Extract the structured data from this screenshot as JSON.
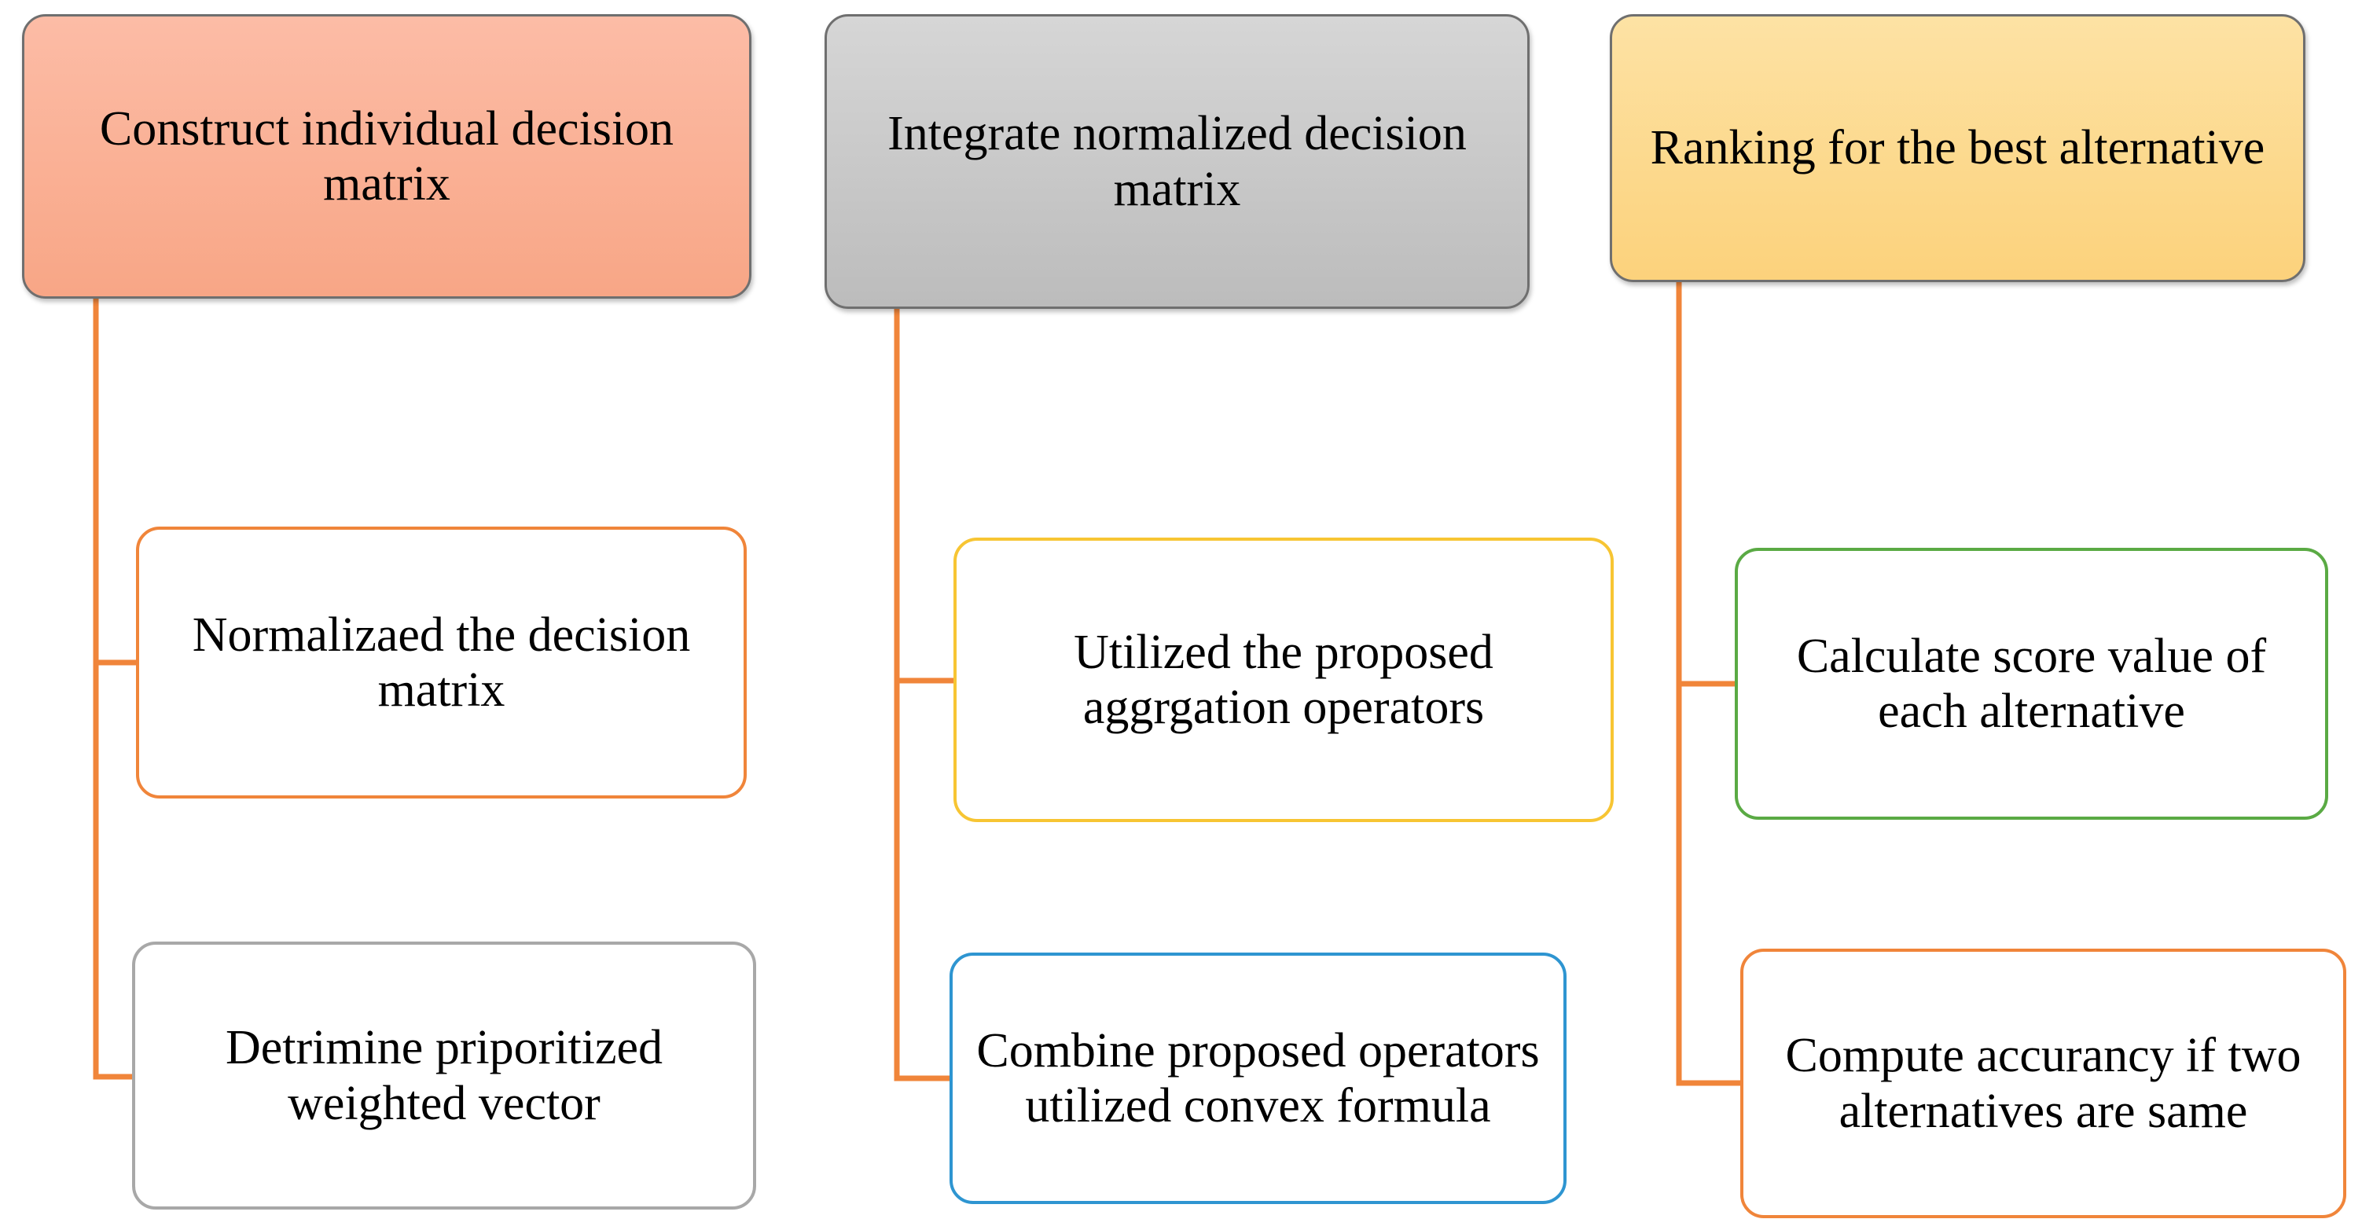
{
  "diagram": {
    "line_color": "#f0853a",
    "columns": [
      {
        "header": {
          "text": "Construct individual decision matrix",
          "fill": "#f8a686"
        },
        "children": [
          {
            "text": "Normalizaed the decision matrix",
            "border": "#f0853a"
          },
          {
            "text": "Detrimine priporitized weighted vector",
            "border": "#a8a8a8"
          }
        ]
      },
      {
        "header": {
          "text": "Integrate normalized decision matrix",
          "fill": "#bcbcbc"
        },
        "children": [
          {
            "text": "Utilized the proposed aggrgation operators",
            "border": "#f7c533"
          },
          {
            "text": "Combine proposed operators utilized convex formula",
            "border": "#2e95d1"
          }
        ]
      },
      {
        "header": {
          "text": "Ranking for the best alternative",
          "fill": "#fcd27c"
        },
        "children": [
          {
            "text": "Calculate score value of each alternative",
            "border": "#5aaa44"
          },
          {
            "text": "Compute accurancy if two alternatives are same",
            "border": "#f0853a"
          }
        ]
      }
    ]
  }
}
